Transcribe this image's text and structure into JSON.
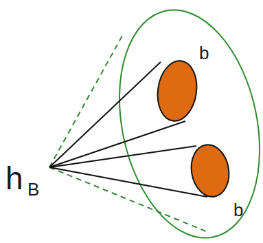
{
  "diagram": {
    "labels": [
      "b",
      "b",
      "h",
      "B"
    ]
  }
}
